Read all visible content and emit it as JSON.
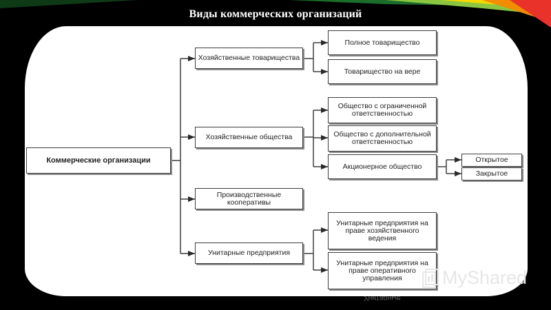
{
  "slide": {
    "title": "Виды коммерческих организаций"
  },
  "diagram": {
    "root": "Коммерческие организации",
    "level1": [
      "Хозяйственные товарищества",
      "Хозяйственные общества",
      "Производственные кооперативы",
      "Унитарные предприятия"
    ],
    "level2": [
      "Полное товарищество",
      "Товарищество на вере",
      "Общество с ограниченной ответственностью",
      "Общество с дополнительной ответственностью",
      "Акционерное общество",
      "Унитарные предприятия на праве хозяйственного ведения",
      "Унитарные предприятия на праве оперативного управления"
    ],
    "level3": [
      "Открытое",
      "Закрытое"
    ],
    "reflection_text": "Унитарные"
  },
  "watermark": {
    "text": "MyShared",
    "icon": "myshared-logo-icon"
  }
}
